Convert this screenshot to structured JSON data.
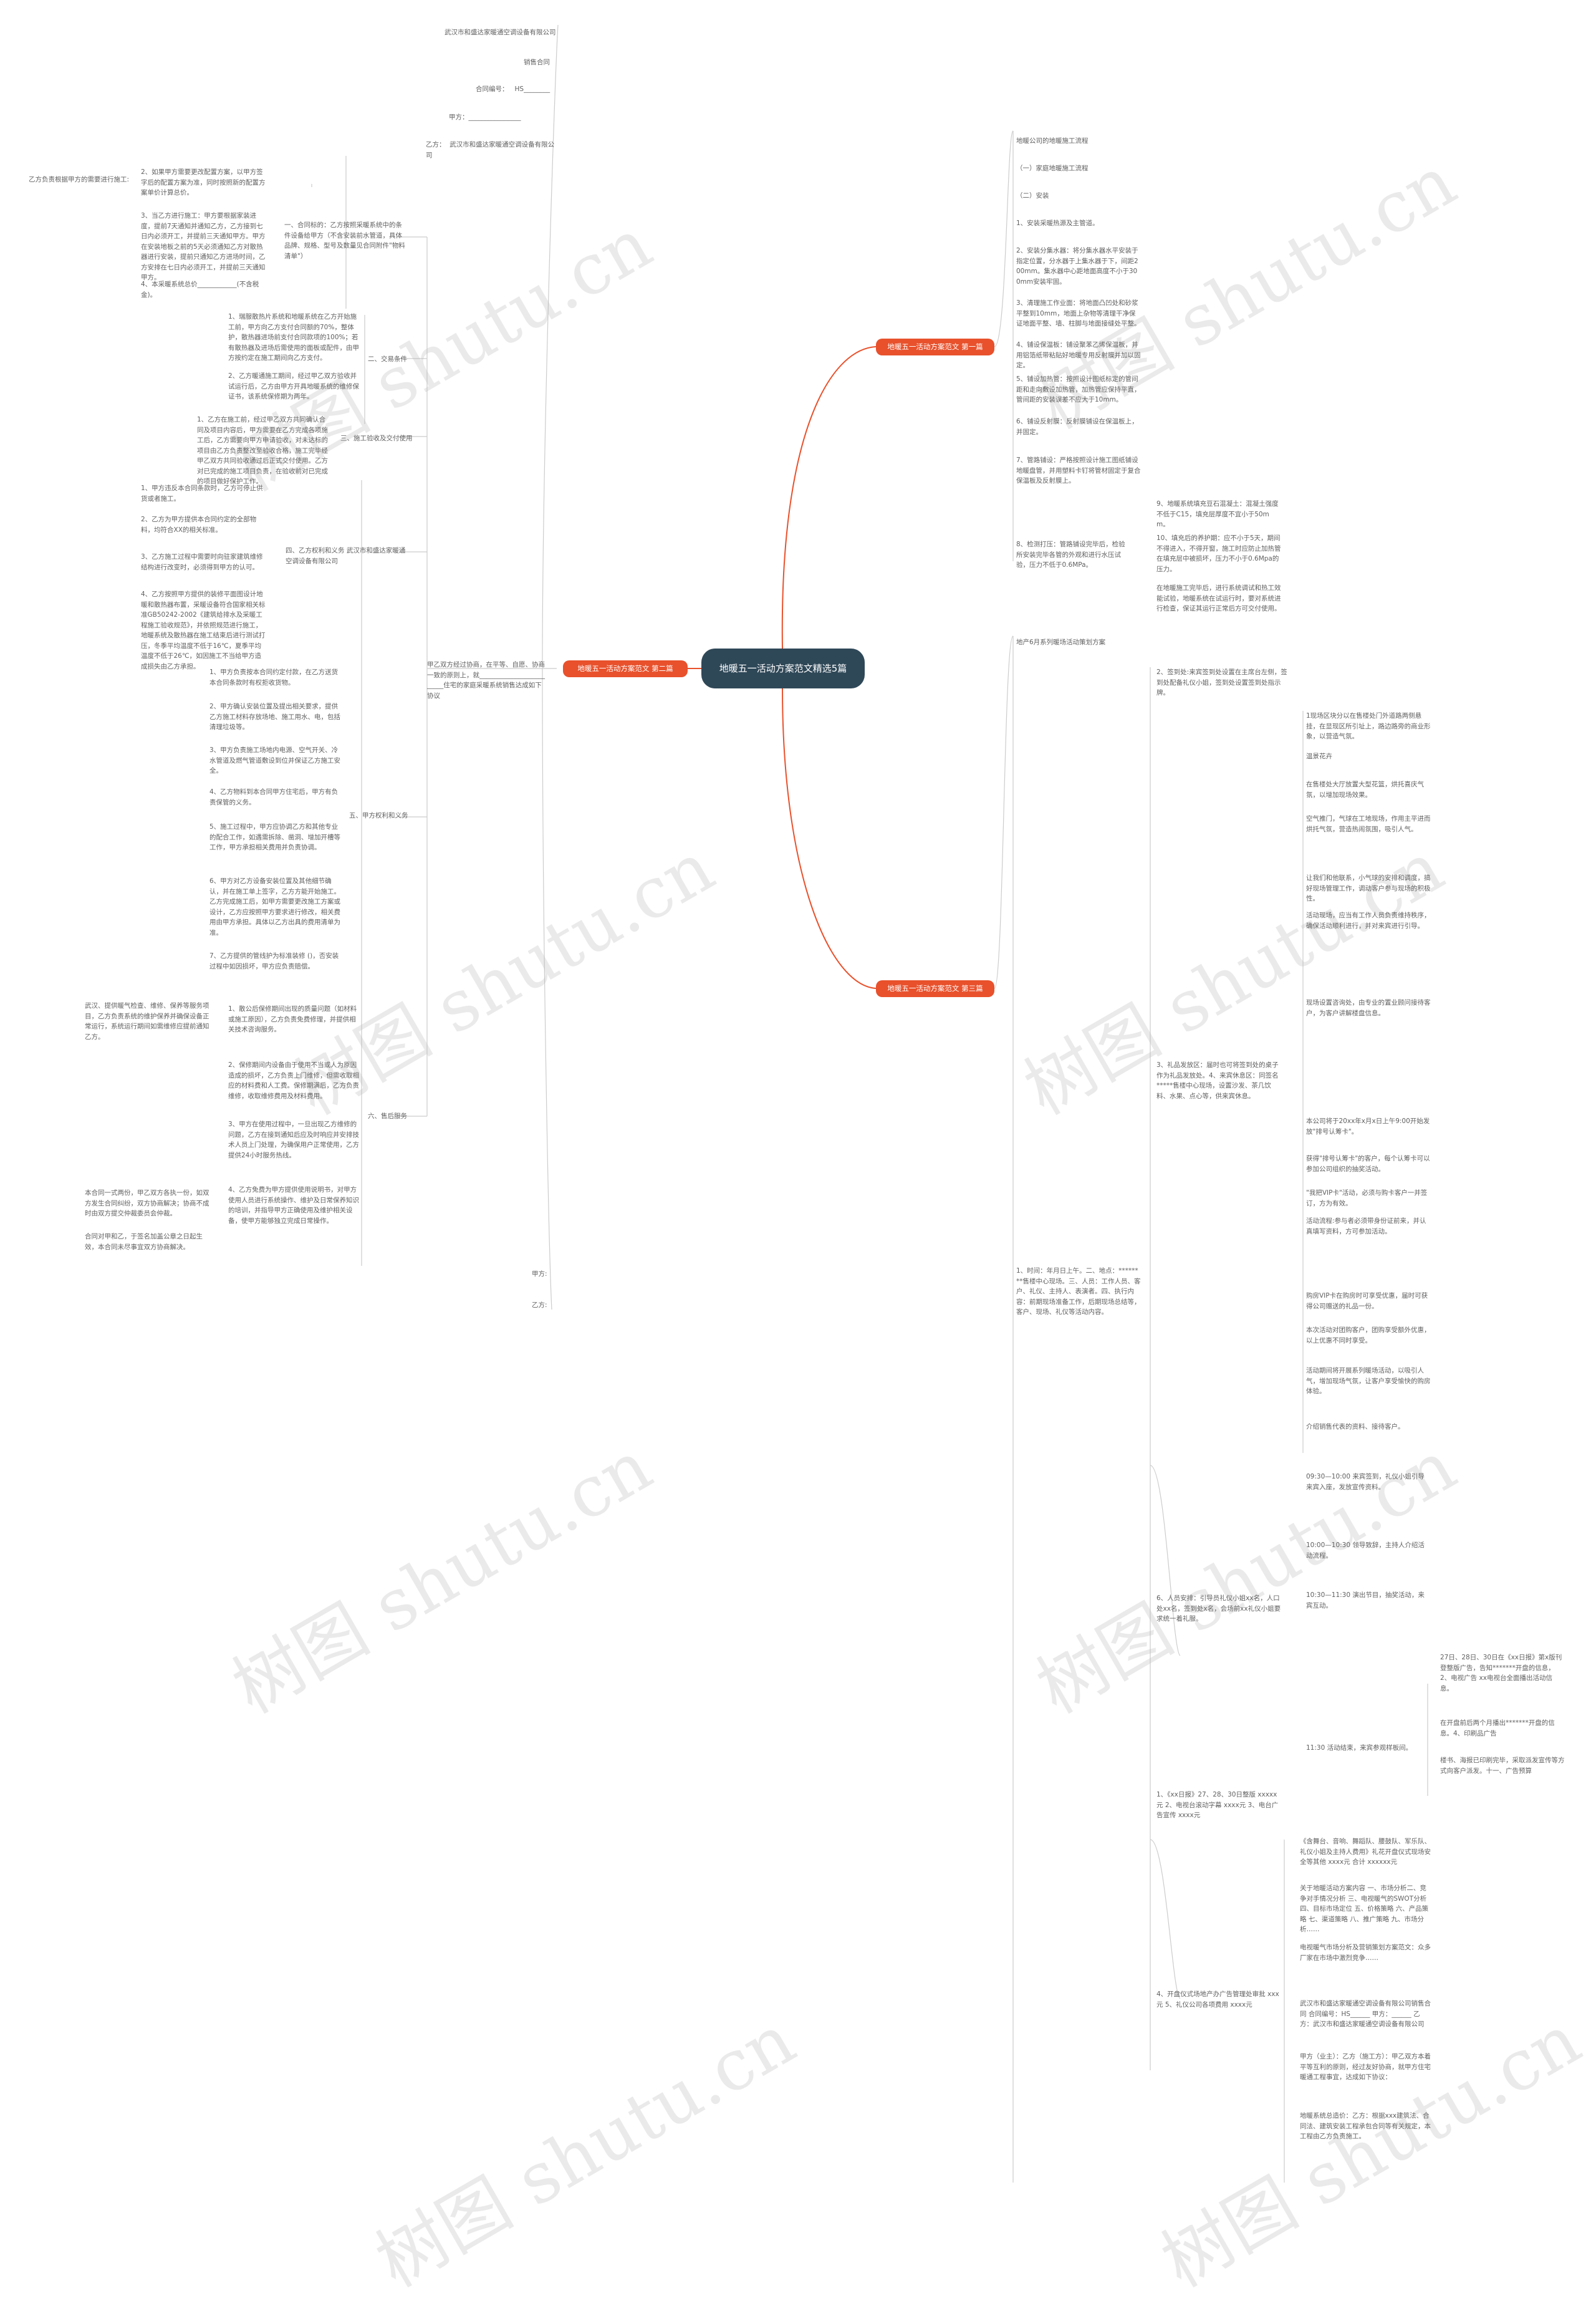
{
  "center": "地暖五一活动方案范文精选5篇",
  "branches": {
    "b1": "地暖五一活动方案范文 第一篇",
    "b2": "地暖五一活动方案范文 第二篇",
    "b3": "地暖五一活动方案范文 第三篇"
  },
  "watermark": "树图 shutu.cn",
  "left": {
    "contract_header": [
      "武汉市和盛达家暖通空调设备有限公司",
      "销售合同",
      "合同编号：   HS________",
      "甲方：________________",
      "乙方：  武汉市和盛达家暖通空调设备有限公司"
    ],
    "contract_intro": "甲乙双方经过协商，在平等、自愿、协商一致的原则上，就_________________________住宅的家庭采暖系统销售达成如下协议",
    "s1": "一、合同标的：乙方按照采暖系统中的条件设备给甲方（不含安装前水管道，具体品牌、规格、型号及数量见合同附件\"物料清单\"）",
    "s1_items": [
      "2、如果甲方需要更改配置方案，以甲方签字后的配置方案为准，同时按照新的配置方案单价计算总价。",
      "3、当乙方进行施工：甲方要根据家装进度，提前7天通知并通知乙方，乙方接到七日内必须开工，并提前三天通知甲方。甲方在安装地板之前的5天必须通知乙方对散热器进行安装，提前只通知乙方进场时间，乙方安排在七日内必须开工，并提前三天通知甲方。",
      "4、本采暖系统总价____________(不含税金)。"
    ],
    "s1_far": "乙方负责根据甲方的需要进行施工:",
    "s2": "二、交易条件",
    "s2_items": [
      "1、瑞服散热片系统和地暖系统在乙方开始施工前，甲方向乙方支付合同额的70%，整体护，散热器进场前支付合同款项的100%；若有散热器及进场后需使用的面板或配件，由甲方按约定在施工期间向乙方支付。",
      "2、乙方暖通施工期间，经过甲乙双方验收并试运行后，乙方由甲方开具地暖系统的维修保证书，该系统保修期为两年。"
    ],
    "s3": "三、施工验收及交付使用",
    "s3_text": "1、乙方在施工前，经过甲乙双方共同确认合同及项目内容后，甲方需要在乙方完成各项施工后，乙方需要向甲方申请验收，对未达标的项目由乙方负责整改至验收合格，施工完毕经甲乙双方共同验收通过后正式交付使用。乙方对已完成的施工项目负责，在验收前对已完成的项目做好保护工作。",
    "s4": "四、乙方权利和义务 武汉市和盛达家暖通空调设备有限公司",
    "s4_items": [
      "1、甲方违反本合同条款时，乙方可停止供货或者施工。",
      "2、乙方为甲方提供本合同约定的全部物料，均符合XX的相关标准。",
      "3、乙方施工过程中需要时向驻家建筑维修结构进行改变时，必须得到甲方的认可。",
      "4、乙方按照甲方提供的装修平面图设计地暖和散热器布置，采暖设备符合国家相关标准GB50242-2002《建筑给排水及采暖工程施工验收规范》，并依照规范进行施工，地暖系统及散热器在施工结束后进行测试打压，冬季平均温度不低于16℃，夏季平均温度不低于26℃，如因施工不当给甲方造成损失由乙方承担。"
    ],
    "s5": "五、甲方权利和义务",
    "s5_items": [
      "1、甲方负责按本合同约定付款，在乙方送货本合同条款时有权拒收货物。",
      "2、甲方确认安装位置及提出相关要求，提供乙方施工材料存放场地、施工用水、电，包括清理垃圾等。",
      "3、甲方负责施工场地内电源、空气开关、冷水管道及燃气管道敷设到位并保证乙方施工安全。",
      "4、乙方物料到本合同甲方住宅后，甲方有负责保管的义务。",
      "5、施工过程中，甲方应协调乙方和其他专业的配合工作，如遇需拆除、凿洞、增加开槽等工作，甲方承担相关费用并负责协调。",
      "6、甲方对乙方设备安装位置及其他细节确认，并在施工单上签字，乙方方能开始施工。乙方完成施工后，如甲方需要更改施工方案或设计，乙方应按照甲方要求进行修改，相关费用由甲方承担。具体以乙方出具的费用清单为准。",
      "7、乙方提供的管线护为标准装修 ()，否安装过程中如因损坏，甲方应负责赔偿。"
    ],
    "s6": "六、售后服务",
    "s6_items": [
      "1、散公后保修期间出现的质量问题（如材料或施工原因），乙方负责免费修理，并提供相关技术咨询服务。",
      "2、保修期间内设备由于使用不当或人为原因造成的损坏，乙方负责上门维修，但需收取相应的材料费和人工费。保修期满后，乙方负责维修，收取维修费用及材料费用。",
      "3、甲方在使用过程中，一旦出现乙方维修的问题，乙方在接到通知后应及时响应并安排技术人员上门处理，为确保用户正常使用，乙方提供24小时服务热线。",
      "4、乙方免费为甲方提供使用说明书，对甲方使用人员进行系统操作、维护及日常保养知识的培训，并指导甲方正确使用及维护相关设备，使甲方能够独立完成日常操作。"
    ],
    "s6_far": [
      "武汉、提供暖气检查、维修、保养等服务项目，乙方负责系统的维护保养并确保设备正常运行，系统运行期间如需维修应提前通知乙方。",
      "本合同一式两份，甲乙双方各执一份，如双方发生合同纠纷，双方协商解决；协商不成时由双方提交仲裁委员会仲裁。",
      "合同对甲和乙，于签名加盖公章之日起生效，本合同未尽事宜双方协商解决。"
    ],
    "sign": [
      "甲方:",
      "乙方:"
    ]
  },
  "right": {
    "b1_items": [
      "地暖公司的地暖施工流程",
      "（一）家庭地暖施工流程",
      "（二）安装",
      "1、安装采暖热源及主管道。",
      "2、安装分集水器：将分集水器水平安装于指定位置，分水器于上集水器于下，间距200mm。集水器中心距地面高度不小于300mm安装牢固。",
      "3、清理施工作业面：将地面凸凹处和砂浆平整到10mm，地面上杂物等清理干净保证地面平整、墙、柱脚与地面接缝处平整。",
      "4、铺设保温板：铺设聚苯乙烯保温板，并用铝箔纸带粘贴好地暖专用反射膜并加以固定。",
      "5、铺设加热管：按照设计图纸标定的管间距和走向敷设加热管，加热管应保持平直，管间距的安装误差不应大于10mm。",
      "6、铺设反射膜：反射膜铺设在保温板上，并固定。",
      "7、管路铺设：严格按照设计施工图纸铺设地暖盘管，并用塑料卡钉将管材固定于复合保温板及反射膜上。",
      "8、检测打压：管路铺设完毕后，检验所安装完毕各管的外观和进行水压试验，压力不低于0.6MPa。"
    ],
    "b1_sub": [
      "9、地暖系统填充豆石混凝土：混凝土强度不低于C15，填充层厚度不宜小于50mm。",
      "10、填充后的养护期：应不小于5天，期间不得进入，不得开窗，施工时应防止加热管在填充层中被损坏，压力不小于0.6Mpa的压力。",
      "在地暖施工完毕后，进行系统调试和热工效能试验，地暖系统在试运行时，要对系统进行检查，保证其运行正常后方可交付使用。"
    ],
    "b2_title": "地产6月系列暖场活动策划方案",
    "b2_a": "2、签到处:来宾签到处设置在主席台左侧，签到处配备礼仪小姐，签到处设置签到处指示牌。",
    "b2_col": [
      "1现场区块分以在售楼处门外道路两侧悬挂，在显现区所引址上，路边路旁的商业形象，以营造气氛。",
      "温景花卉",
      "在售楼处大厅放置大型花篮，烘托喜庆气氛，以增加现场效果。",
      "空气推门，气球在工地现场，作用主平进而烘托气氛，营造热闹氛围，吸引人气。",
      "让我们和他联系，小气球的安排和调度，搞好现场管理工作，调动客户参与现场的积极性。",
      "活动现场，应当有工作人员负责维持秩序，确保活动顺利进行，并对来宾进行引导。",
      "现场设置咨询处，由专业的置业顾问接待客户，为客户讲解楼盘信息。",
      "本公司将于20xx年x月x日上午9:00开始发放\"排号认筹卡\"。",
      "获得\"排号认筹卡\"的客户，每个认筹卡可以参加公司组织的抽奖活动。",
      "\"我把VIP卡\"活动，必须与购卡客户一并签订，方为有效。",
      "活动流程:参与者必须带身份证前来，并认真填写资料，方可参加活动。",
      "购房VIP卡在购房时可享受优惠，届时可获得公司赠送的礼品一份。",
      "本次活动对团购客户，团购享受额外优惠，以上优惠不同时享受。",
      "活动期间将开展系列暖场活动，以吸引人气，增加现场气氛，让客户享受愉快的购房体验。",
      "介绍销售代表的资料、接待客户。"
    ],
    "b2_b": "1、时间：年月日上午。二、地点：********售楼中心现场。三、人员：工作人员、客户、礼仪、主持人、表演者。四、执行内容：前期现场准备工作，后期现场总结等，客户、现场、礼仪等活动内容。",
    "b2_c": "3、礼品发放区：届时也可将签到处的桌子作为礼品发放处。4、来宾休息区：同签名*****售楼中心现场，设置沙发、茶几饮料、水果、点心等，供来宾休息。",
    "b2_d": "6、人员安排：引导员礼仪小姐xx名，人口处xx名，签到处x名，会场前xx礼仪小姐要求统一着礼服。",
    "b2_d_col": [
      "09:30—10:00 来宾签到，礼仪小姐引导来宾入座，发放宣传资料。",
      "10:00—10:30 领导致辞，主持人介绍活动流程。",
      "10:30—11:30 演出节目，抽奖活动，来宾互动。",
      "11:30 活动结束，来宾参观样板间。"
    ],
    "b2_d_far": [
      "27日、28日、30日在《xx日报》第x版刊登整版广告，告知*******开盘的信息，2、电视广告 xx电视台全面播出活动信息。",
      "在开盘前后两个月播出*******开盘的信息。4、印刷品广告",
      "楼书、海报已印刷完毕，采取派发宣传等方式向客户派发。十一、广告预算"
    ],
    "b2_e": "1、《xx日报》27、28、30日整版 xxxxx元 2、电视台滚动字幕 xxxx元 3、电台广告宣传 xxxx元",
    "b2_f": "4、开盘仪式场地产办广告管理处审批 xxx元 5、礼仪公司各项费用 xxxx元",
    "b2_f_col": [
      "《含舞台、音响、舞蹈队、腰鼓队、军乐队、礼仪小姐及主持人费用》礼花开盘仪式现场安全等其他 xxxx元 合计 xxxxxx元",
      "关于地暖活动方案内容 一、市场分析二、竞争对手情况分析 三、电视暖气的SWOT分析 四、目标市场定位 五、价格策略 六、产品策略 七、渠道策略 八、推广策略 九、市场分析……",
      "电视暖气市场分析及营销策划方案范文：众多厂家在市场中激烈竞争……",
      "武汉市和盛达家暖通空调设备有限公司销售合同 合同编号：HS______ 甲方：______ 乙方：武汉市和盛达家暖通空调设备有限公司",
      "甲方（业主）：乙方（施工方）：甲乙双方本着平等互利的原则，经过友好协商，就甲方住宅暖通工程事宜，达成如下协议：",
      "地暖系统总造价：乙方：根据xxx建筑法、合同法、建筑安装工程承包合同等有关规定，本工程由乙方负责施工。"
    ]
  }
}
